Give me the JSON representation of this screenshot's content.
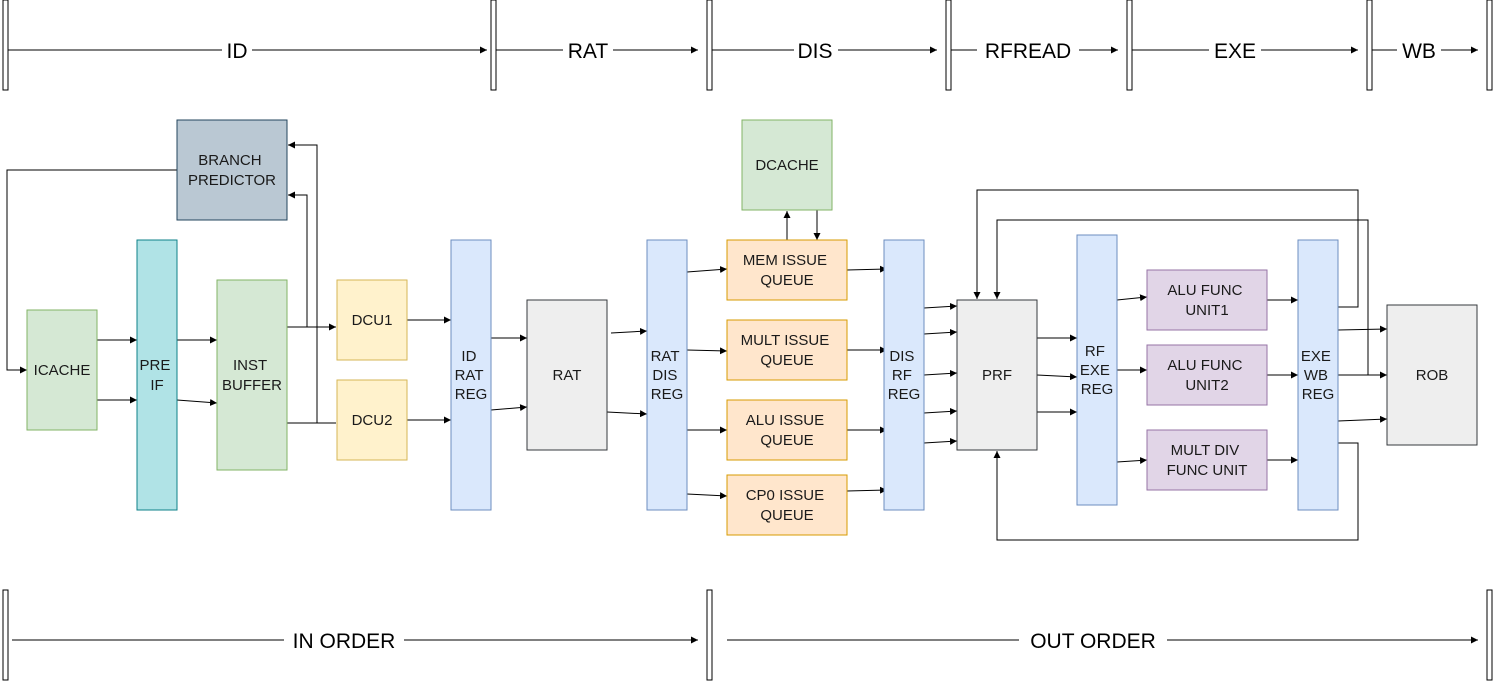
{
  "pipeline_stages": [
    "ID",
    "RAT",
    "DIS",
    "RFREAD",
    "EXE",
    "WB"
  ],
  "order_sections": [
    "IN ORDER",
    "OUT ORDER"
  ],
  "colors": {
    "green": "#d5e8d4",
    "green_border": "#82b366",
    "teal": "#b0e3e6",
    "teal_border": "#0e8088",
    "yellow": "#fff2cc",
    "yellow_border": "#d6b656",
    "blue": "#dae8fc",
    "blue_border": "#6c8ebf",
    "gray": "#eeeeee",
    "gray_border": "#36393d",
    "orange": "#ffe6cc",
    "orange_border": "#d79b00",
    "purple": "#e1d5e7",
    "purple_border": "#9673a6",
    "slate": "#bac8d3",
    "slate_border": "#23445d"
  },
  "blocks": {
    "branch_predictor": [
      "BRANCH",
      "PREDICTOR"
    ],
    "icache": [
      "ICACHE"
    ],
    "pre_if": [
      "PRE",
      "IF"
    ],
    "inst_buffer": [
      "INST",
      "BUFFER"
    ],
    "dcu1": [
      "DCU1"
    ],
    "dcu2": [
      "DCU2"
    ],
    "id_rat_reg": [
      "ID",
      "RAT",
      "REG"
    ],
    "rat": [
      "RAT"
    ],
    "rat_dis_reg": [
      "RAT",
      "DIS",
      "REG"
    ],
    "dcache": [
      "DCACHE"
    ],
    "mem_issue_queue": [
      "MEM ISSUE",
      "QUEUE"
    ],
    "mult_issue_queue": [
      "MULT ISSUE",
      "QUEUE"
    ],
    "alu_issue_queue": [
      "ALU ISSUE",
      "QUEUE"
    ],
    "cp0_issue_queue": [
      "CP0 ISSUE",
      "QUEUE"
    ],
    "dis_rf_reg": [
      "DIS",
      "RF",
      "REG"
    ],
    "prf": [
      "PRF"
    ],
    "rf_exe_reg": [
      "RF",
      "EXE",
      "REG"
    ],
    "alu_func_unit1": [
      "ALU FUNC",
      "UNIT1"
    ],
    "alu_func_unit2": [
      "ALU FUNC",
      "UNIT2"
    ],
    "mult_div_func_unit": [
      "MULT DIV",
      "FUNC UNIT"
    ],
    "exe_wb_reg": [
      "EXE",
      "WB",
      "REG"
    ],
    "rob": [
      "ROB"
    ]
  }
}
